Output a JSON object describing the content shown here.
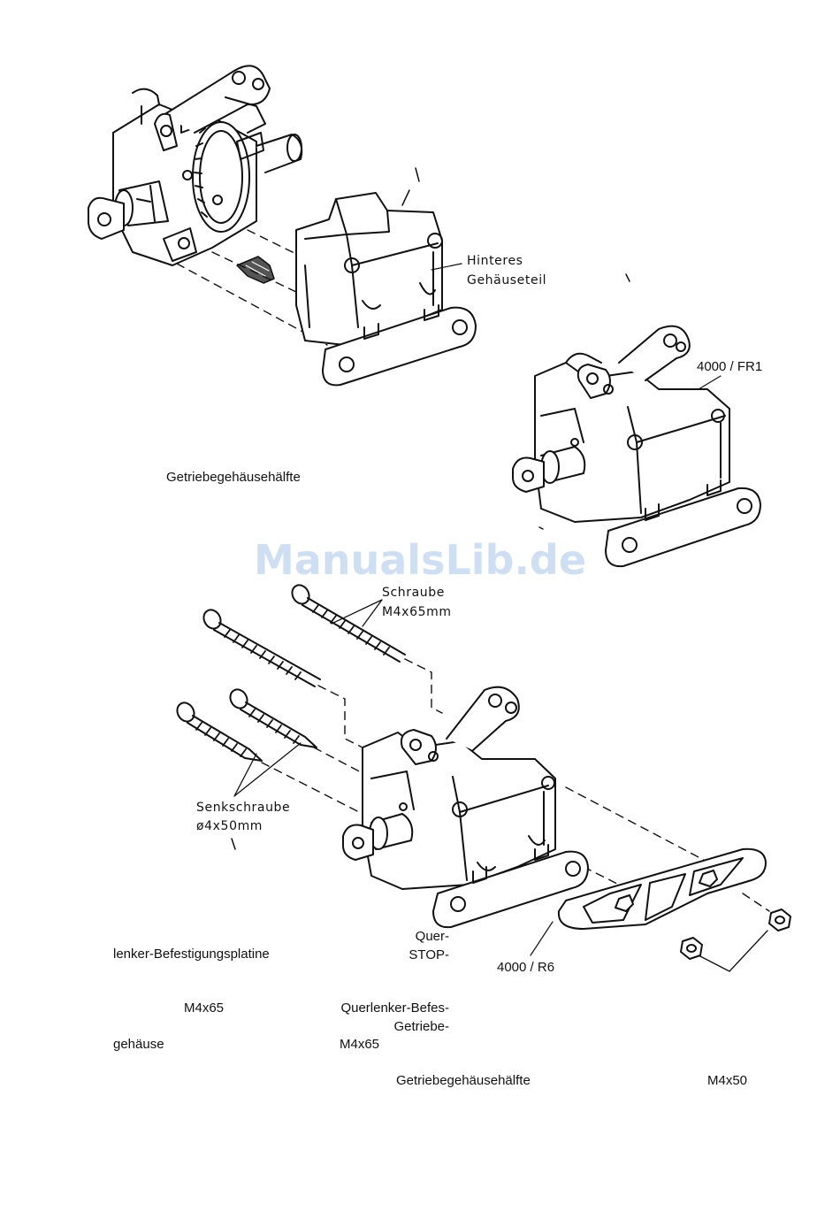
{
  "labels": {
    "hinteres_line1": "Hinteres",
    "hinteres_line2": "Gehäuseteil",
    "part_fr1": "4000 / FR1",
    "getriebe_half_1": "Getriebegehäusehälfte",
    "schraube_line1": "Schraube",
    "schraube_line2": "M4x65mm",
    "senk_line1": "Senkschraube",
    "senk_line2": "ø4x50mm",
    "part_r6": "4000 / R6",
    "quer": "Quer-",
    "stop": "STOP-",
    "lenker": "lenker-Befestigungsplatine",
    "m4x65_a": "M4x65",
    "querlenker_befes": "Querlenker-Befes-",
    "getriebe_dash": "Getriebe-",
    "gehaeuse": "gehäuse",
    "m4x65_b": "M4x65",
    "getriebe_half_2": "Getriebegehäusehälfte",
    "m4x50": "M4x50"
  },
  "watermark": "ManualsLib.de",
  "colors": {
    "line": "#111111",
    "watermark": "#c9dcf3"
  }
}
